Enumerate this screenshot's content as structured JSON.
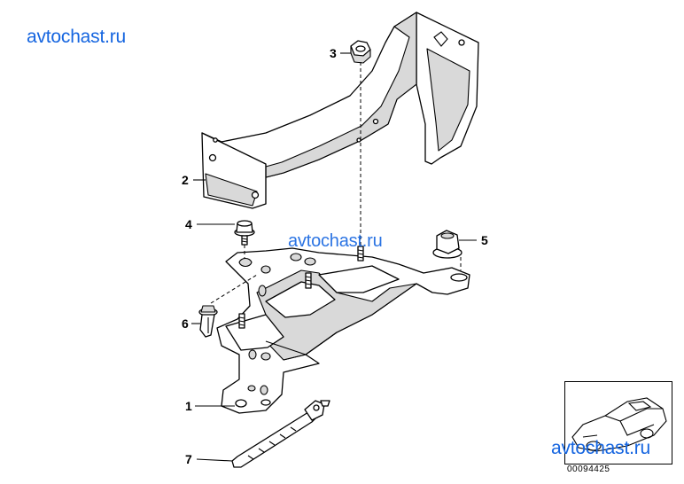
{
  "watermarks": [
    "avtochast.ru",
    "avtochast.ru",
    "avtochast.ru"
  ],
  "callouts": [
    {
      "num": "1",
      "part": "mounting-plate"
    },
    {
      "num": "2",
      "part": "support-bracket"
    },
    {
      "num": "3",
      "part": "hex-nut"
    },
    {
      "num": "4",
      "part": "flange-bolt"
    },
    {
      "num": "5",
      "part": "collar-nut"
    },
    {
      "num": "6",
      "part": "expanding-rivet"
    },
    {
      "num": "7",
      "part": "cable-tie"
    }
  ],
  "reference_number": "00094425",
  "colors": {
    "watermark": "#1565e0",
    "line": "#000000",
    "background": "#ffffff"
  }
}
